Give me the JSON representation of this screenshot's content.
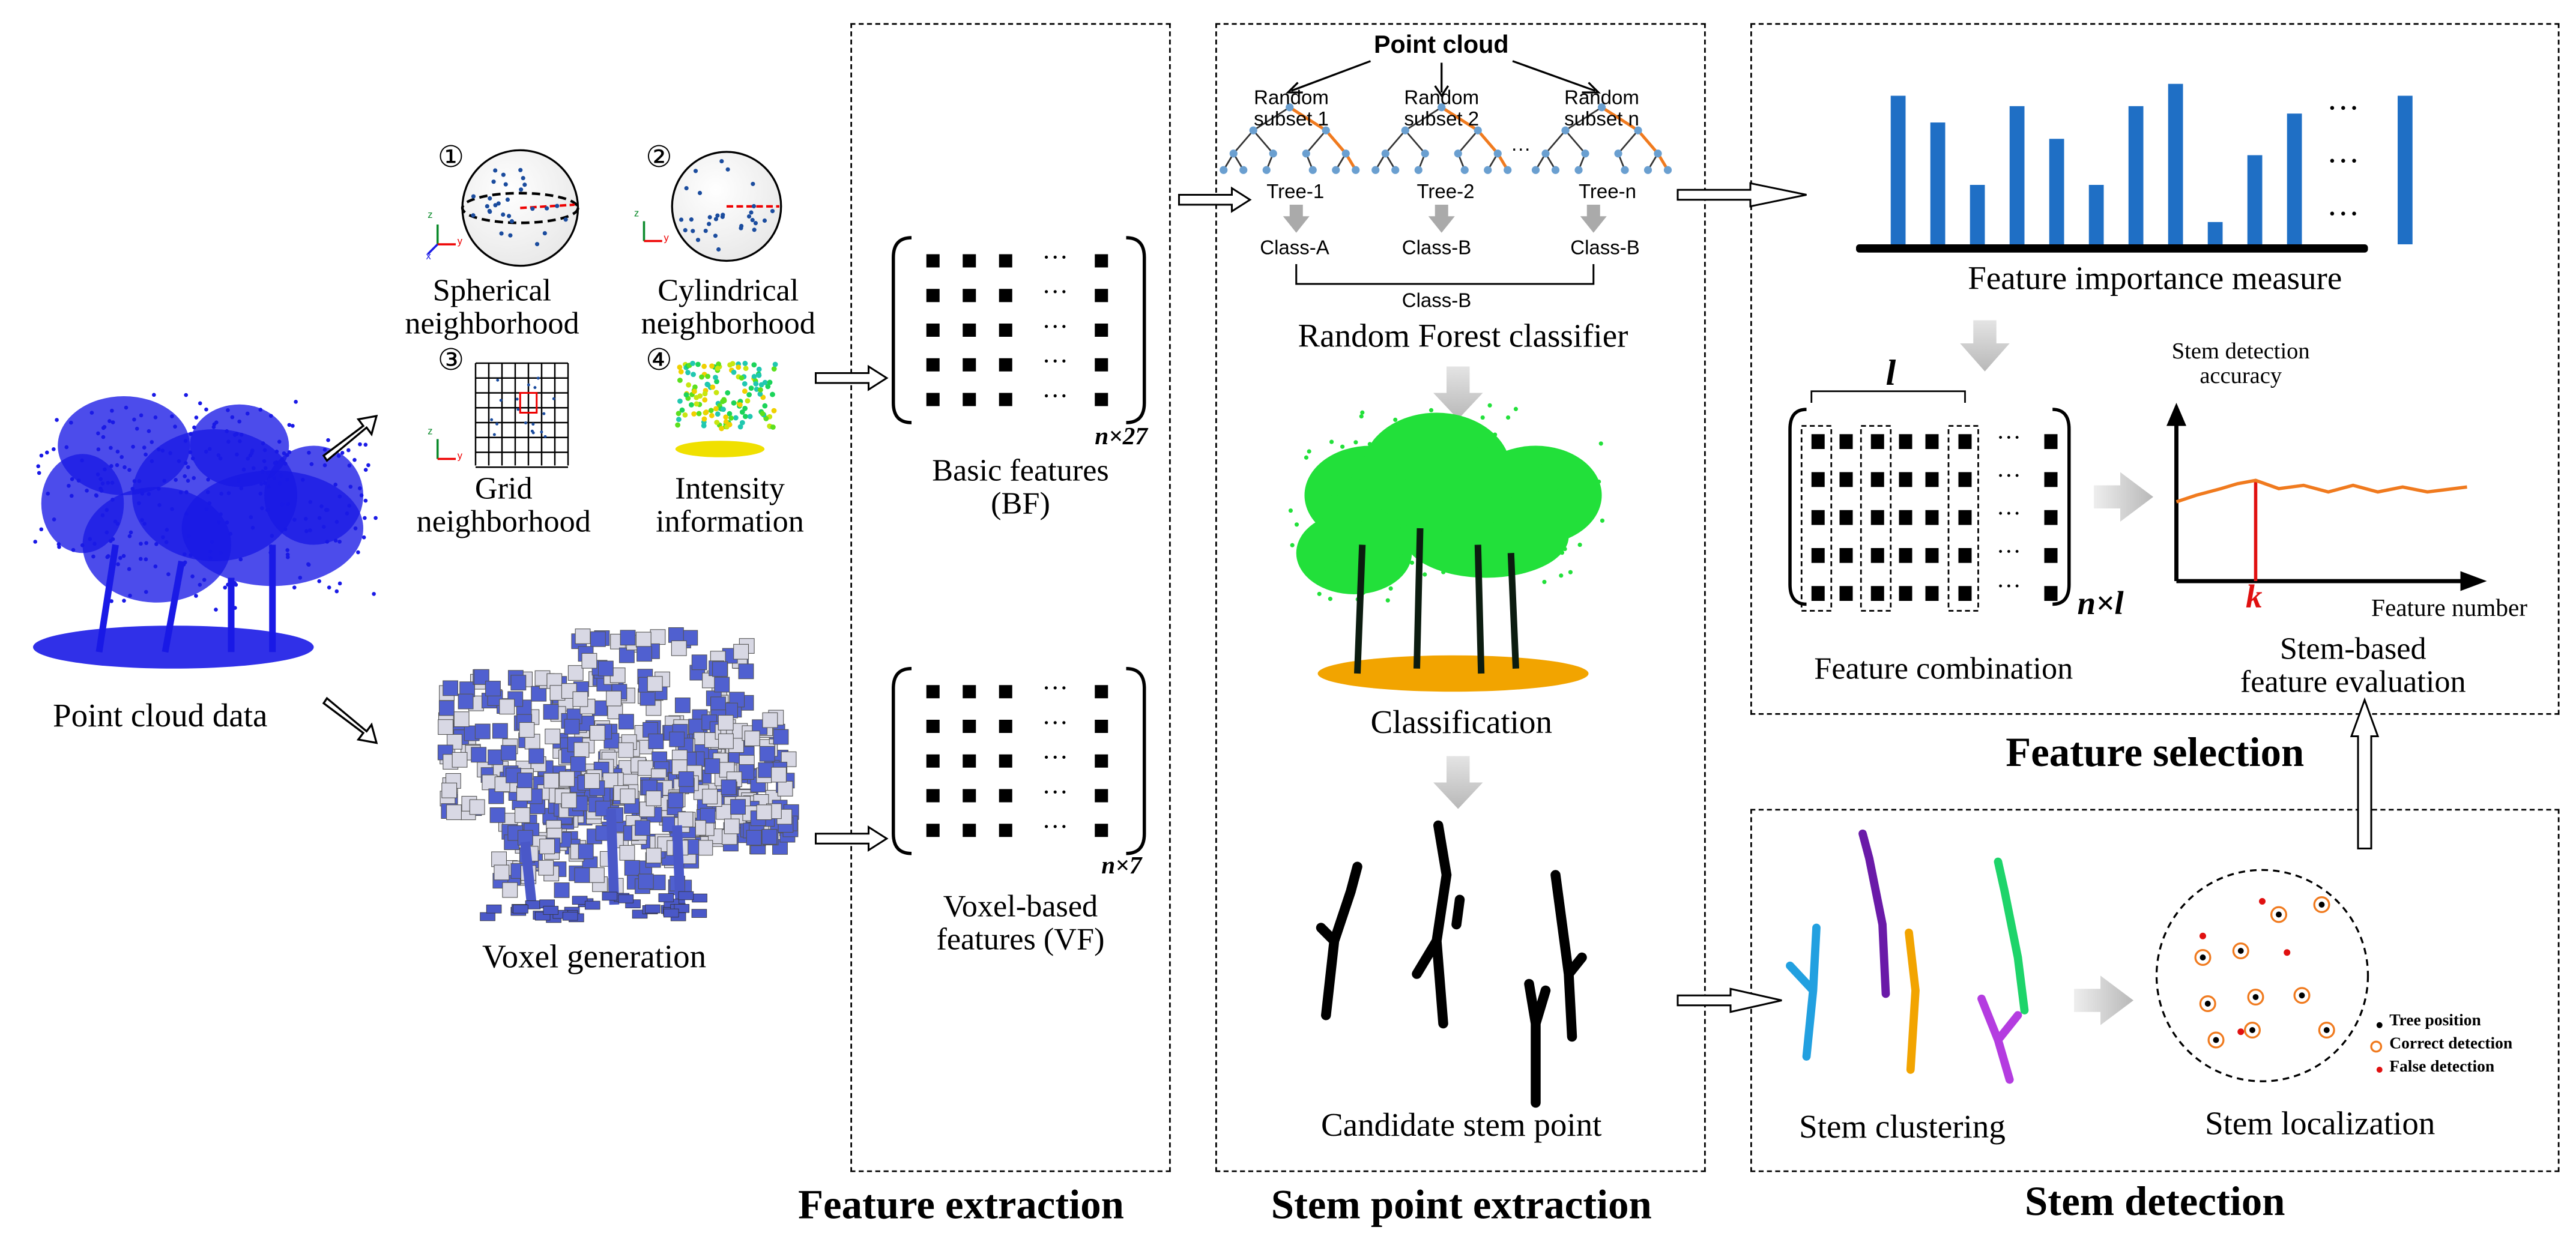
{
  "left": {
    "point_cloud_label": "Point cloud data",
    "voxel_label": "Voxel generation",
    "neighborhoods": [
      {
        "num": "①",
        "label": "Spherical\nneighborhood"
      },
      {
        "num": "②",
        "label": "Cylindrical\nneighborhood"
      },
      {
        "num": "③",
        "label": "Grid\nneighborhood"
      },
      {
        "num": "④",
        "label": "Intensity\ninformation"
      }
    ],
    "axis_letters": {
      "x": "x",
      "y": "y",
      "z": "z"
    }
  },
  "feature_extraction": {
    "title": "Feature extraction",
    "bf_label": "Basic features\n(BF)",
    "bf_dim": "n×27",
    "vf_label": "Voxel-based\nfeatures (VF)",
    "vf_dim": "n×7",
    "ellipsis": "···"
  },
  "stem_point_extraction": {
    "title": "Stem point extraction",
    "point_cloud": "Point cloud",
    "subsets": [
      "Random\nsubset 1",
      "Random\nsubset 2",
      "Random\nsubset n"
    ],
    "trees": [
      "Tree-1",
      "Tree-2",
      "Tree-n"
    ],
    "classes": [
      "Class-A",
      "Class-B",
      "Class-B"
    ],
    "final_class": "Class-B",
    "rf_label": "Random Forest classifier",
    "classification_label": "Classification",
    "candidate_label": "Candidate stem point",
    "tree_dots": "···"
  },
  "feature_selection": {
    "title": "Feature selection",
    "importance_label": "Feature importance measure",
    "importance_values": [
      1.0,
      0.82,
      0.4,
      0.93,
      0.71,
      0.4,
      0.93,
      1.08,
      0.15,
      0.6,
      0.88,
      1.0
    ],
    "combination_label": "Feature combination",
    "combination_dim": "n×l",
    "l_label": "l",
    "eval_y_label": "Stem detection\naccuracy",
    "eval_x_label": "Feature number",
    "eval_k": "k",
    "eval_label": "Stem-based\nfeature evaluation",
    "ellipsis": "···"
  },
  "stem_detection": {
    "title": "Stem detection",
    "clustering_label": "Stem clustering",
    "localization_label": "Stem localization",
    "legend": [
      "Tree position",
      "Correct detection",
      "False detection"
    ]
  },
  "colors": {
    "point_cloud_blue": "#1a1ae6",
    "bar_blue": "#1f6fc5",
    "canopy_green": "#22e03a",
    "ground_orange": "#f2a400",
    "curve_orange": "#f07a1e",
    "k_red": "#e01010",
    "arrow_gray": "#c8c8c8"
  }
}
